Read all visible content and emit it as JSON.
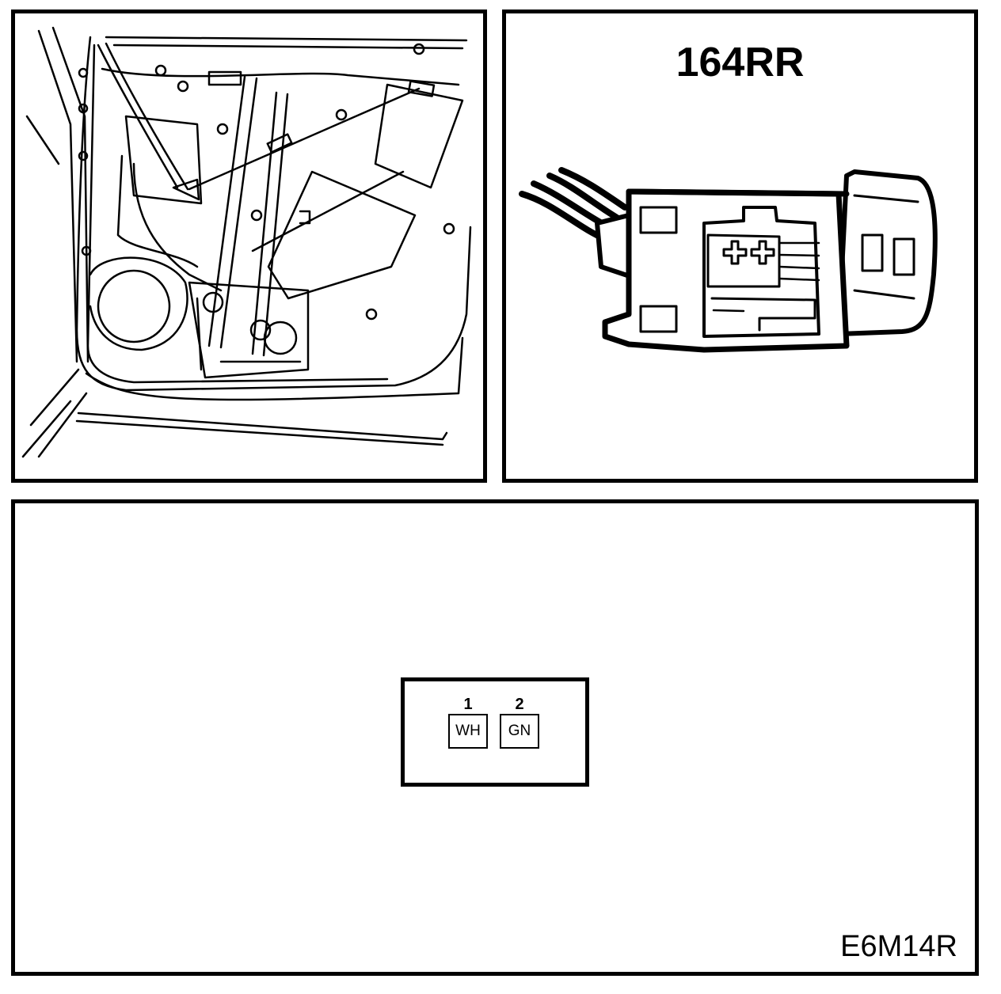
{
  "connector": {
    "id": "164RR",
    "pins": [
      {
        "number": "1",
        "wire_color": "WH"
      },
      {
        "number": "2",
        "wire_color": "GN"
      }
    ]
  },
  "diagram_code": "E6M14R",
  "colors": {
    "line": "#000000",
    "background": "#ffffff"
  }
}
